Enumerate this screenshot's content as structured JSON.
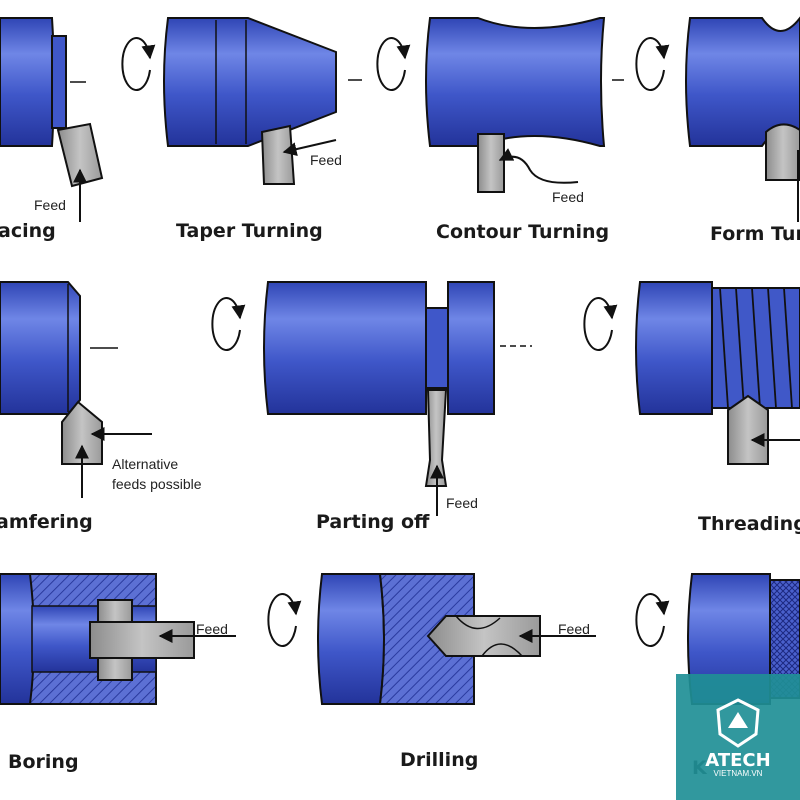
{
  "labels": {
    "facing": "acing",
    "taper_turning": "Taper Turning",
    "contour_turning": "Contour Turning",
    "form_turning": "Form Turn",
    "chamfering": "amfering",
    "parting_off": "Parting off",
    "threading": "Threading",
    "boring": "Boring",
    "drilling": "Drilling",
    "knurling_partial": "K"
  },
  "annotations": {
    "feed": "Feed",
    "alt_feeds_line1": "Alternative",
    "alt_feeds_line2": "feeds possible"
  },
  "watermark": {
    "brand": "ATECH",
    "site": "VIETNAM.VN"
  },
  "colors": {
    "workpiece_blue": "#3f57c9",
    "workpiece_highlight": "#6f86e6",
    "workpiece_shadow": "#23339a",
    "tool_gray": "#a9a9a9",
    "outline": "#111111",
    "watermark_teal": "#1f8f96"
  },
  "icons": [
    "rotation-arrow-icon",
    "feed-arrow-icon",
    "atech-logo-icon"
  ]
}
